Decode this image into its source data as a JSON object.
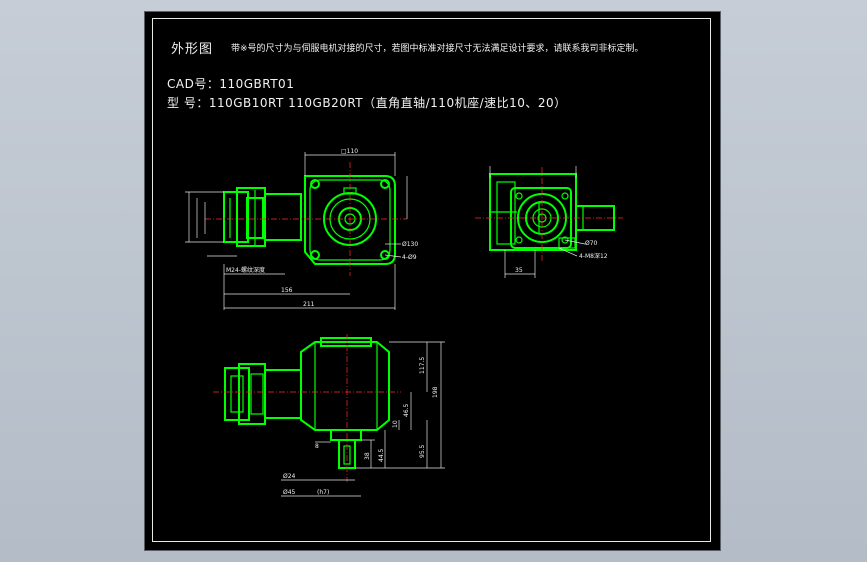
{
  "drawing": {
    "title": "外形图",
    "note": "带※号的尺寸为与伺服电机对接的尺寸，若图中标准对接尺寸无法满足设计要求，请联系我司非标定制。",
    "cad_line": "CAD号：110GBRT01",
    "model_line": "型 号：110GB10RT  110GB20RT（直角直轴/110机座/速比10、20）"
  },
  "dimensions": {
    "square_110": "□110",
    "d130": "Ø130",
    "holes_4": "4-Ø9",
    "m24": "M24-螺纹深度",
    "len_156": "156",
    "len_211": "211",
    "side_hole": "4-M8深12",
    "d70": "Ø70",
    "d35": "35",
    "h_117_5": "117.5",
    "h_198": "198",
    "h_46_5": "46.5",
    "h_10": "10",
    "w_8": "8",
    "h_44_5": "44.5",
    "h_38": "38",
    "h_95_5": "95.5",
    "shaft_d24": "Ø24",
    "shaft_d45": "Ø45",
    "tol_h7": "(h7)"
  },
  "colors": {
    "background": "#000000",
    "outline": "#00ff00",
    "center_line": "#ff2a2a",
    "text": "#f2f2f2"
  }
}
